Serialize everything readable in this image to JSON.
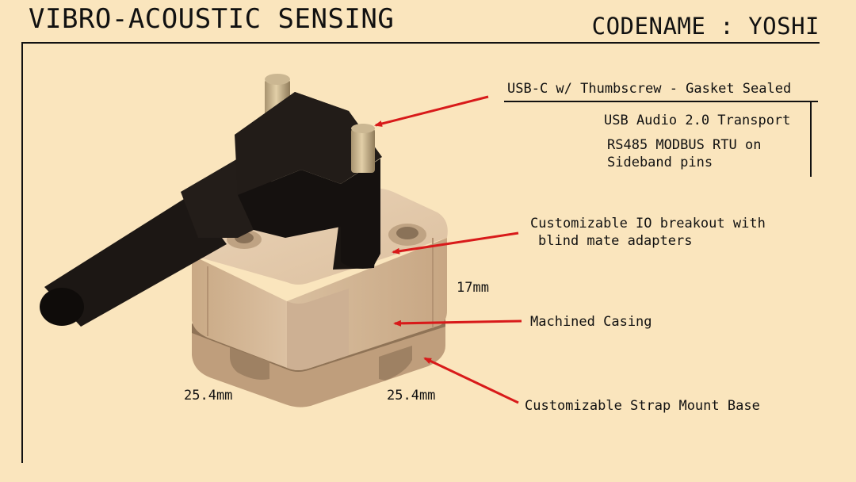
{
  "header": {
    "title": "VIBRO-ACOUSTIC SENSING",
    "codename": "CODENAME : YOSHI"
  },
  "callouts": {
    "usb": "USB-C w/ Thumbscrew - Gasket Sealed",
    "usb_audio": "USB Audio 2.0 Transport",
    "rs485_line1": "RS485 MODBUS RTU on",
    "rs485_line2": "Sideband pins",
    "io_line1": "Customizable IO breakout with",
    "io_line2": "blind mate adapters",
    "casing": "Machined Casing",
    "strap": "Customizable Strap Mount Base"
  },
  "dimensions": {
    "height": "17mm",
    "width_left": "25.4mm",
    "width_right": "25.4mm"
  },
  "colors": {
    "background": "#fae5bd",
    "arrow": "#d81a1a",
    "casing": "#d6b99a",
    "cable": "#191512"
  }
}
